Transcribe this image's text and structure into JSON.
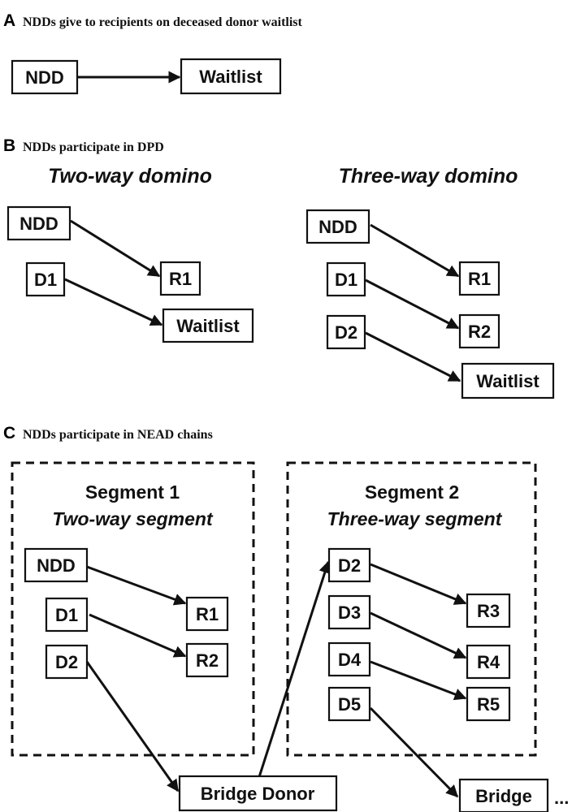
{
  "panel_a": {
    "letter": "A",
    "title": "NDDs give to recipients on deceased donor waitlist",
    "ndd": "NDD",
    "waitlist": "Waitlist"
  },
  "panel_b": {
    "letter": "B",
    "title": "NDDs participate in DPD",
    "two_way": {
      "heading": "Two-way domino",
      "ndd": "NDD",
      "d1": "D1",
      "r1": "R1",
      "waitlist": "Waitlist"
    },
    "three_way": {
      "heading": "Three-way domino",
      "ndd": "NDD",
      "d1": "D1",
      "d2": "D2",
      "r1": "R1",
      "r2": "R2",
      "waitlist": "Waitlist"
    }
  },
  "panel_c": {
    "letter": "C",
    "title": "NDDs participate in NEAD chains",
    "segment1": {
      "title": "Segment 1",
      "subtitle": "Two-way segment",
      "ndd": "NDD",
      "d1": "D1",
      "d2": "D2",
      "r1": "R1",
      "r2": "R2"
    },
    "segment2": {
      "title": "Segment 2",
      "subtitle": "Three-way segment",
      "d2": "D2",
      "d3": "D3",
      "d4": "D4",
      "d5": "D5",
      "r3": "R3",
      "r4": "R4",
      "r5": "R5"
    },
    "bridge_donor": "Bridge Donor",
    "bridge": "Bridge",
    "ellipsis": "..."
  }
}
